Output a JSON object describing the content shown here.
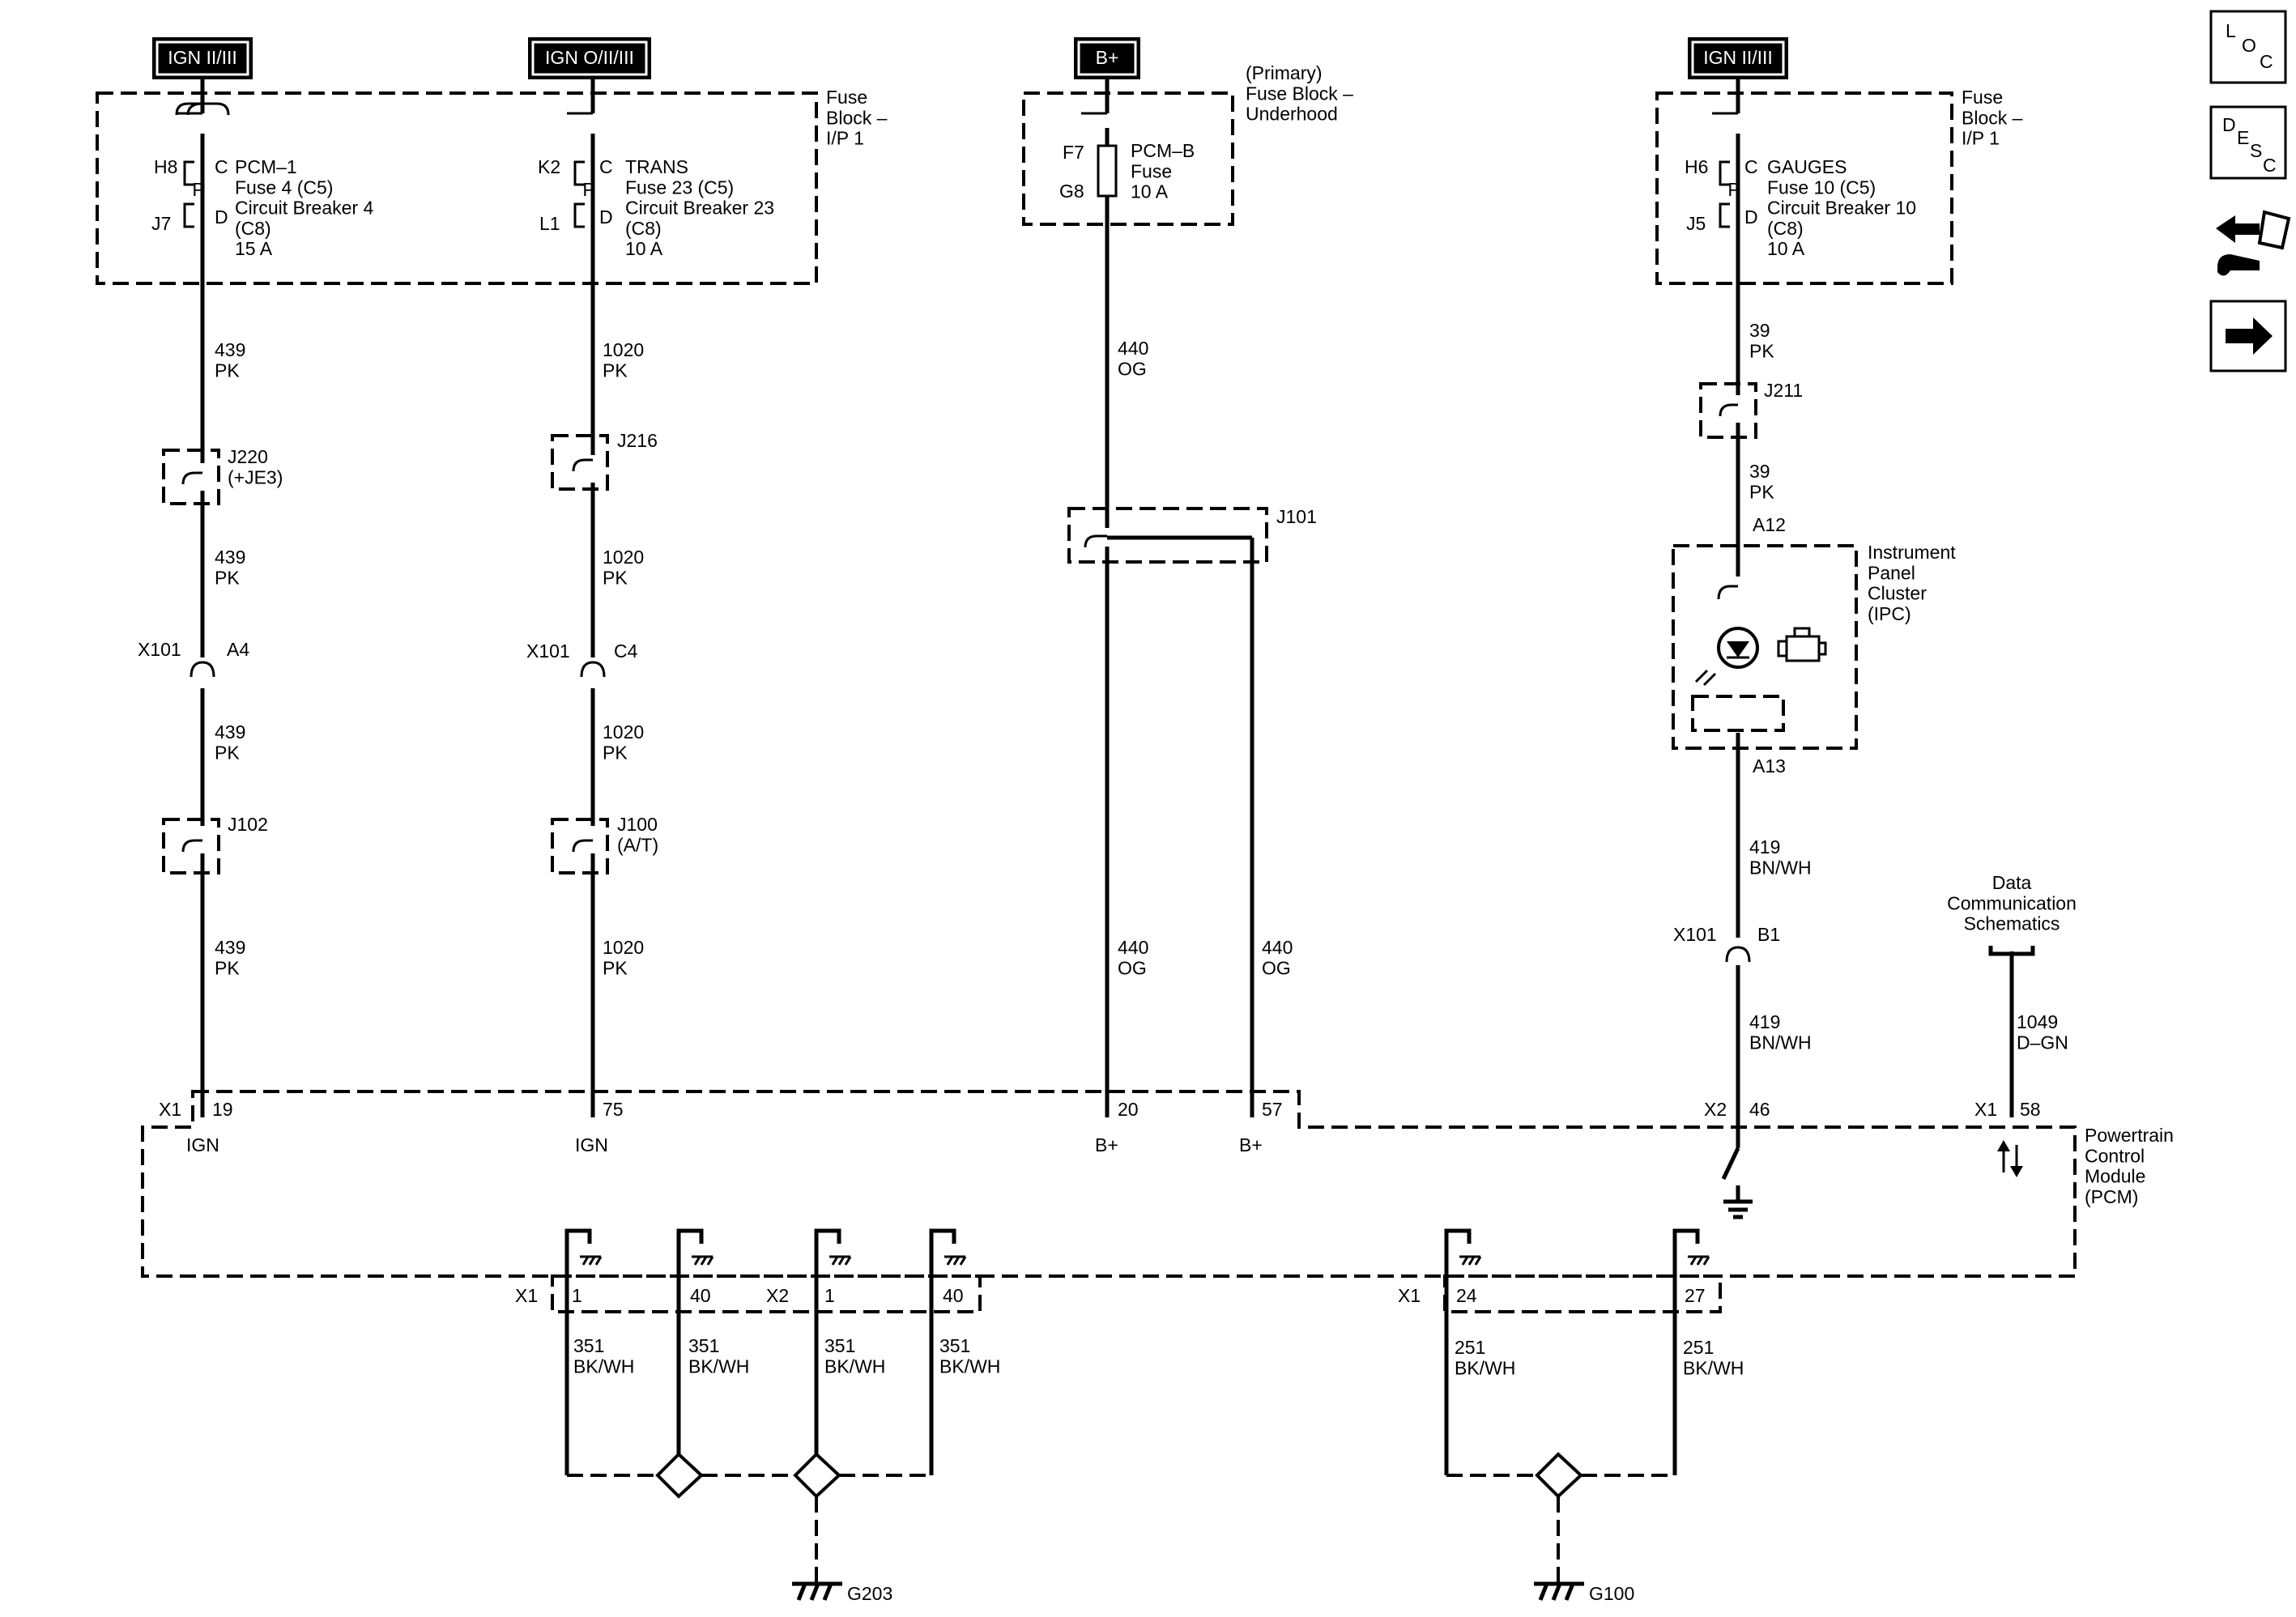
{
  "power_sources": {
    "ign_1": "IGN II/III",
    "ign_2": "IGN O/II/III",
    "battery": "B+",
    "ign_3": "IGN II/III"
  },
  "fuse_block_ip": "Fuse\nBlock –\nI/P 1",
  "fuse_block_ip_right": "Fuse\nBlock –\nI/P 1",
  "fuse_block_underhood": "(Primary)\nFuse Block –\nUnderhood",
  "fuses": {
    "pcm1": {
      "top_pin": "H8",
      "bottom_pin": "J7",
      "letters": [
        "C",
        "P",
        "D"
      ],
      "text": "PCM–1\nFuse 4 (C5)\nCircuit Breaker 4\n(C8)\n15 A"
    },
    "trans": {
      "top_pin": "K2",
      "bottom_pin": "L1",
      "letters": [
        "C",
        "P",
        "D"
      ],
      "text": "TRANS\nFuse 23 (C5)\nCircuit Breaker 23\n(C8)\n10 A"
    },
    "pcmb": {
      "top_pin": "F7",
      "bottom_pin": "G8",
      "text": "PCM–B\nFuse\n10 A"
    },
    "gauges": {
      "top_pin": "H6",
      "bottom_pin": "J5",
      "letters": [
        "C",
        "P",
        "D"
      ],
      "text": "GAUGES\nFuse 10 (C5)\nCircuit Breaker 10\n(C8)\n10 A"
    }
  },
  "wires": {
    "w439a": "439\nPK",
    "w439b": "439\nPK",
    "w439c": "439\nPK",
    "w439d": "439\nPK",
    "w1020a": "1020\nPK",
    "w1020b": "1020\nPK",
    "w1020c": "1020\nPK",
    "w1020d": "1020\nPK",
    "w440a": "440\nOG",
    "w440b": "440\nOG",
    "w440c": "440\nOG",
    "w39a": "39\nPK",
    "w39b": "39\nPK",
    "w419a": "419\nBN/WH",
    "w419b": "419\nBN/WH",
    "w1049": "1049\nD–GN",
    "w351a": "351\nBK/WH",
    "w351b": "351\nBK/WH",
    "w351c": "351\nBK/WH",
    "w351d": "351\nBK/WH",
    "w251a": "251\nBK/WH",
    "w251b": "251\nBK/WH"
  },
  "splices": {
    "j220": "J220\n(+JE3)",
    "j216": "J216",
    "j102": "J102",
    "j100": "J100\n(A/T)",
    "j101": "J101",
    "j211": "J211"
  },
  "inline_connectors": {
    "x101_a4": {
      "name": "X101",
      "pin": "A4"
    },
    "x101_c4": {
      "name": "X101",
      "pin": "C4"
    },
    "x101_b1": {
      "name": "X101",
      "pin": "B1"
    }
  },
  "ipc": {
    "label": "Instrument\nPanel\nCluster\n(IPC)",
    "pin_in": "A12",
    "pin_out": "A13"
  },
  "data_comm": "Data\nCommunication\nSchematics",
  "pcm": {
    "label": "Powertrain\nControl\nModule\n(PCM)",
    "top_pins": [
      {
        "conn": "X1",
        "pin": "19",
        "func": "IGN"
      },
      {
        "pin": "75",
        "func": "IGN"
      },
      {
        "pin": "20",
        "func": "B+"
      },
      {
        "pin": "57",
        "func": "B+"
      },
      {
        "conn": "X2",
        "pin": "46"
      },
      {
        "conn": "X1",
        "pin": "58"
      }
    ],
    "bottom_pins": [
      {
        "conn": "X1",
        "pin": "1"
      },
      {
        "pin": "40"
      },
      {
        "conn": "X2",
        "pin": "1"
      },
      {
        "pin": "40"
      },
      {
        "conn": "X1",
        "pin": "24"
      },
      {
        "pin": "27"
      }
    ]
  },
  "grounds": {
    "g203": "G203",
    "g100": "G100"
  },
  "nav_buttons": {
    "loc": [
      "L",
      "O",
      "C"
    ],
    "desc": [
      "D",
      "E",
      "S",
      "C"
    ],
    "tools_icon": "tools-icon",
    "next_icon": "arrow-right-icon"
  }
}
